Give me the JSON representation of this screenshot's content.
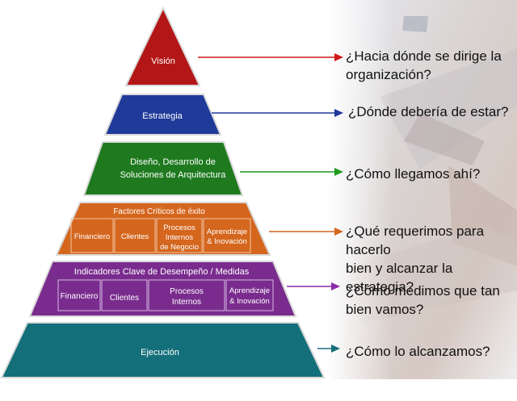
{
  "pyramid": {
    "vision": {
      "label": "Visión",
      "color": "#b31616"
    },
    "strategy": {
      "label": "Estrategia",
      "color": "#1f3a99"
    },
    "design": {
      "line1": "Diseño, Desarrollo de",
      "line2": "Soluciones de Arquitectura",
      "color": "#1f7a1f"
    },
    "factors": {
      "title": "Factores Críticos de éxito",
      "color": "#d4661e",
      "cells": [
        {
          "line1": "Financiero",
          "line2": "",
          "line3": ""
        },
        {
          "line1": "Clientes",
          "line2": "",
          "line3": ""
        },
        {
          "line1": "Procesos",
          "line2": "Internos",
          "line3": "de Negocio"
        },
        {
          "line1": "Aprendizaje",
          "line2": "& Inovación",
          "line3": ""
        }
      ]
    },
    "indicators": {
      "title": "Indicadores Clave de Desempeño / Medidas",
      "color": "#7a2c8e",
      "cells": [
        {
          "line1": "Financiero",
          "line2": ""
        },
        {
          "line1": "Clientes",
          "line2": ""
        },
        {
          "line1": "Procesos",
          "line2": "Internos"
        },
        {
          "line1": "Aprendizaje",
          "line2": "& Inovación"
        }
      ]
    },
    "execution": {
      "label": "Ejecución",
      "color": "#136f7a"
    }
  },
  "questions": {
    "vision": {
      "line1": "¿Hacia dónde se dirige la",
      "line2": "organización?",
      "arrow_color": "#d01a1a"
    },
    "strategy": {
      "line1": "¿Dónde debería de estar?",
      "arrow_color": "#1f3a99"
    },
    "design": {
      "line1": "¿Cómo llegamos ahí?",
      "arrow_color": "#1f9a1f"
    },
    "factors": {
      "line1": "¿Qué requerimos para hacerlo",
      "line2": "bien  y alcanzar la estrategia?",
      "arrow_color": "#d4661e"
    },
    "indicators": {
      "line1": "¿Cómo medimos que tan",
      "line2": "bien vamos?",
      "arrow_color": "#8a2ca8"
    },
    "execution": {
      "line1": "¿Cómo lo alcanzamos?",
      "arrow_color": "#136f7a"
    }
  }
}
